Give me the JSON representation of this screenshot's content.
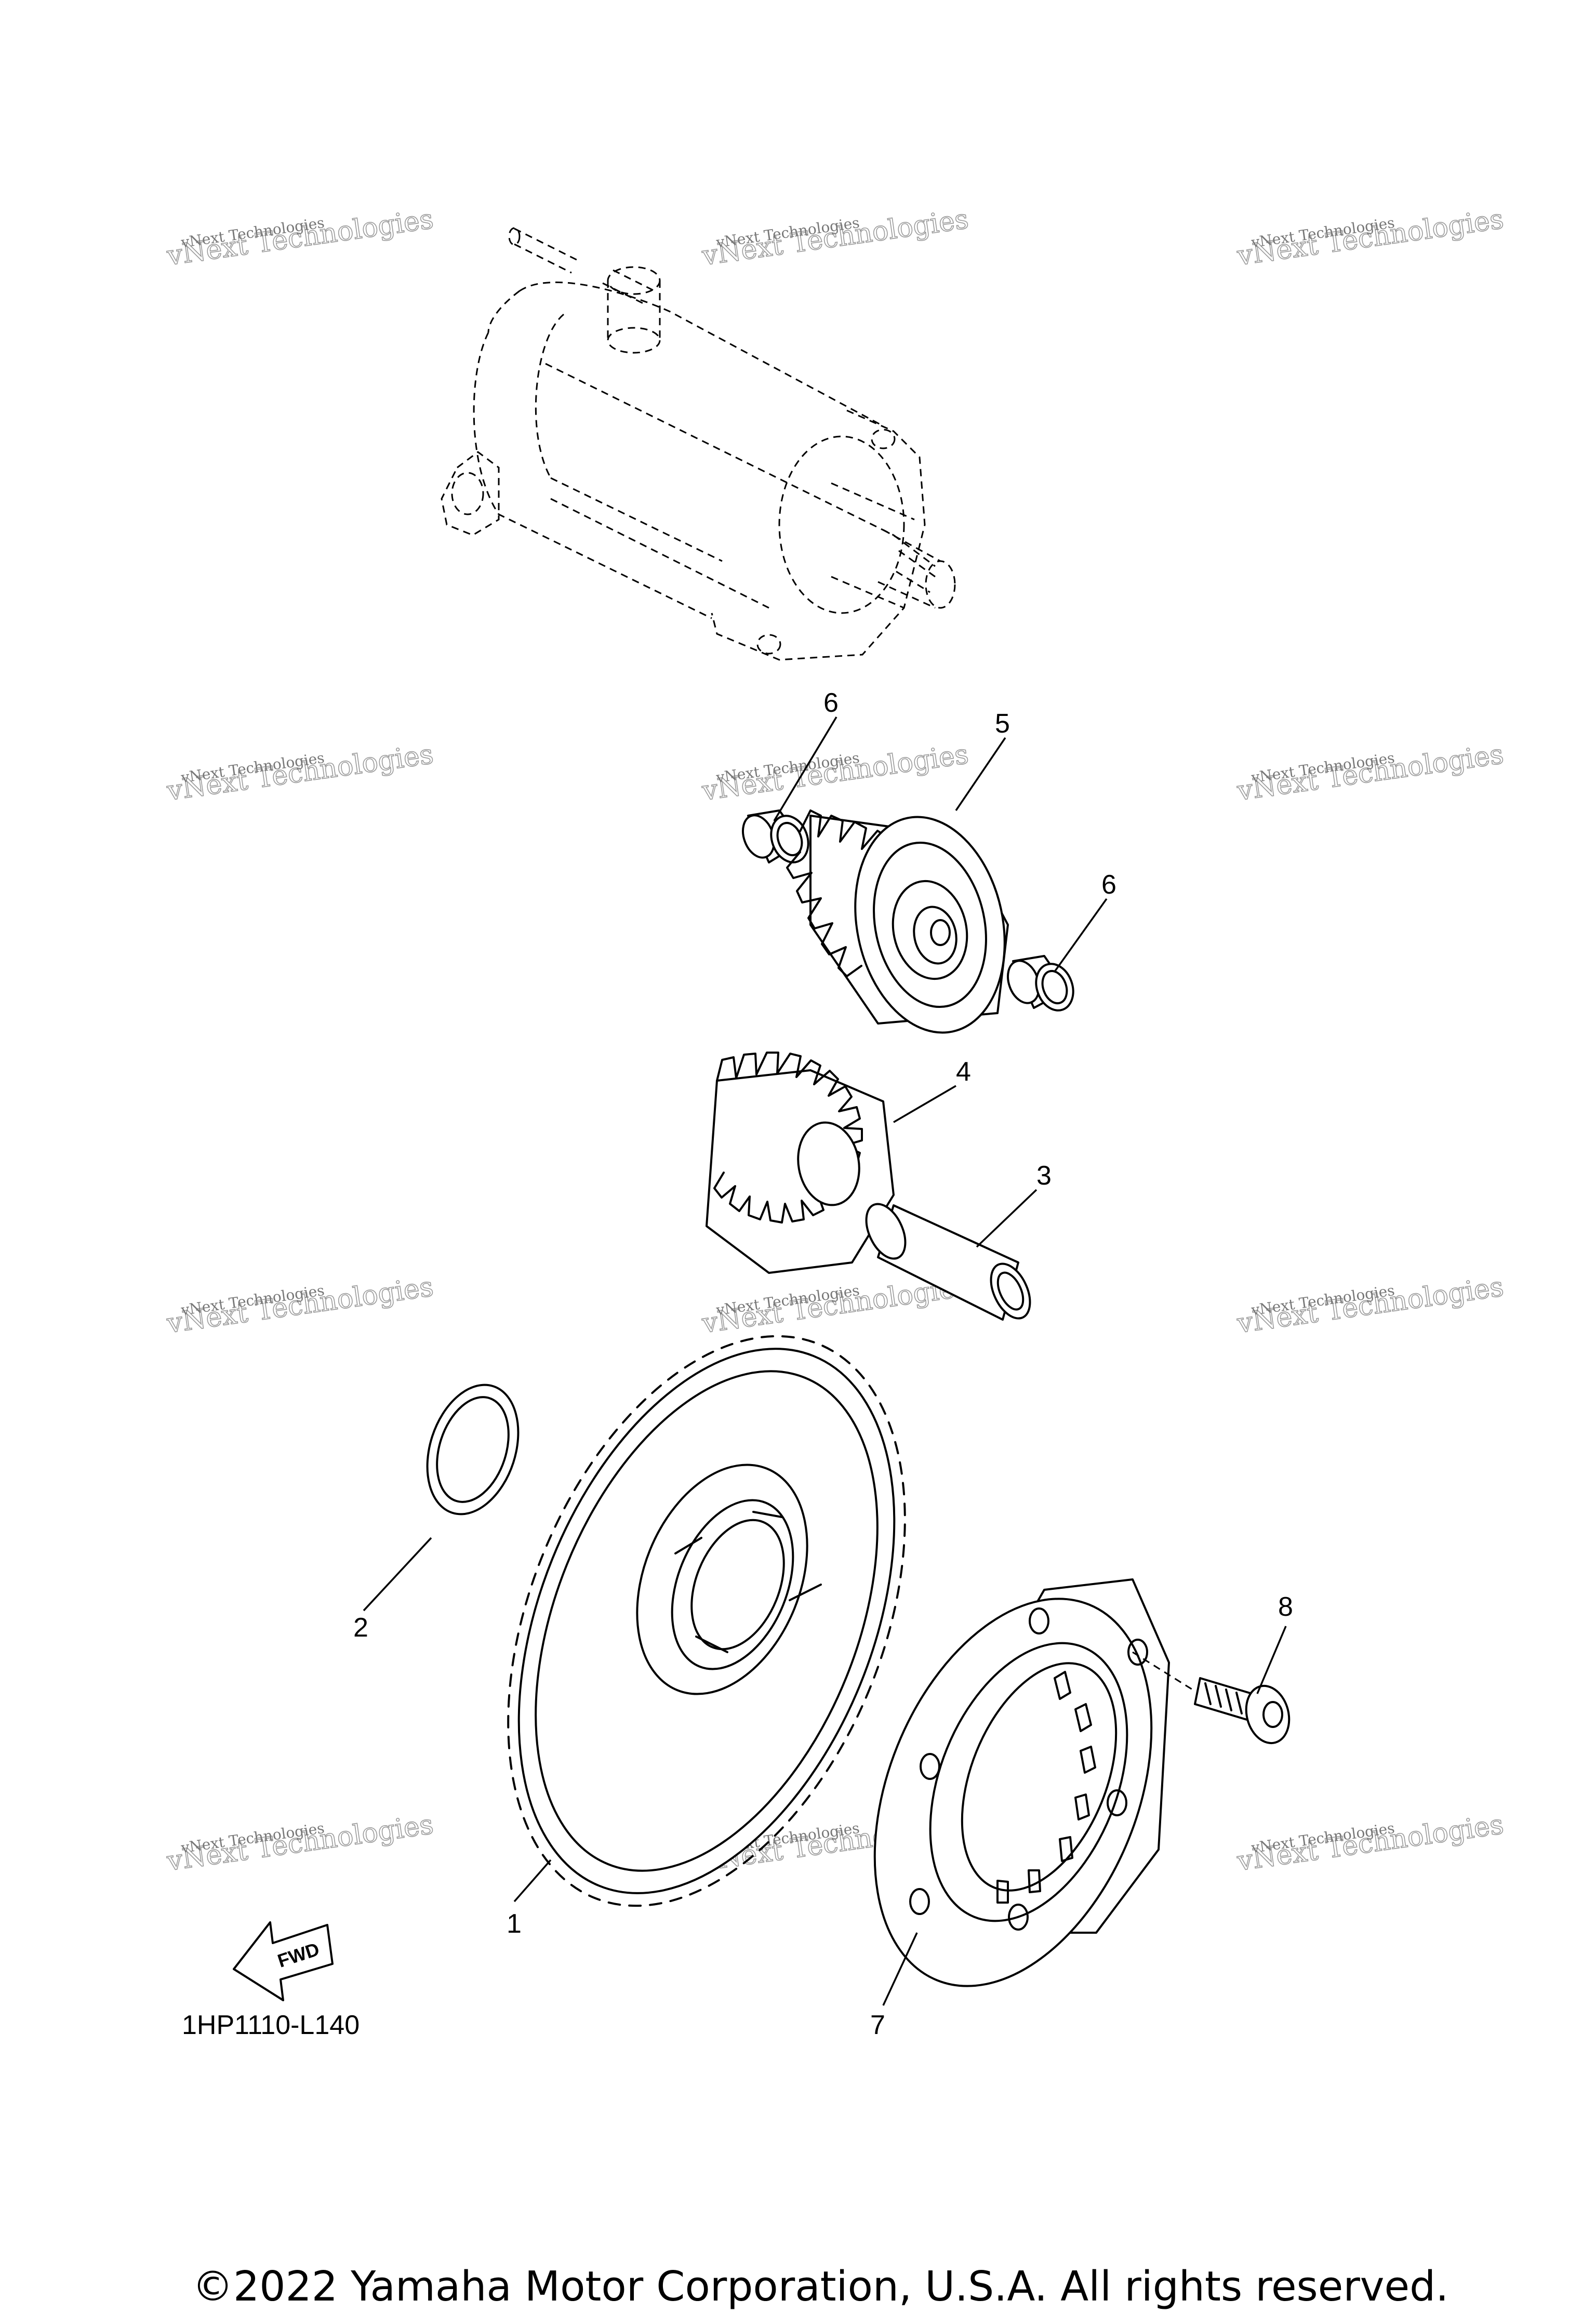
{
  "diagram": {
    "callouts": {
      "c1": "1",
      "c2": "2",
      "c3": "3",
      "c4": "4",
      "c5": "5",
      "c6a": "6",
      "c6b": "6",
      "c7": "7",
      "c8": "8"
    },
    "drawing_code": "1HP1110-L140",
    "fwd_label": "FWD",
    "watermark": {
      "line1": "vNext Technologies",
      "line2": "vNext Technologies"
    }
  },
  "footer": {
    "copyright": "©2022 Yamaha Motor Corporation, U.S.A. All rights reserved."
  }
}
